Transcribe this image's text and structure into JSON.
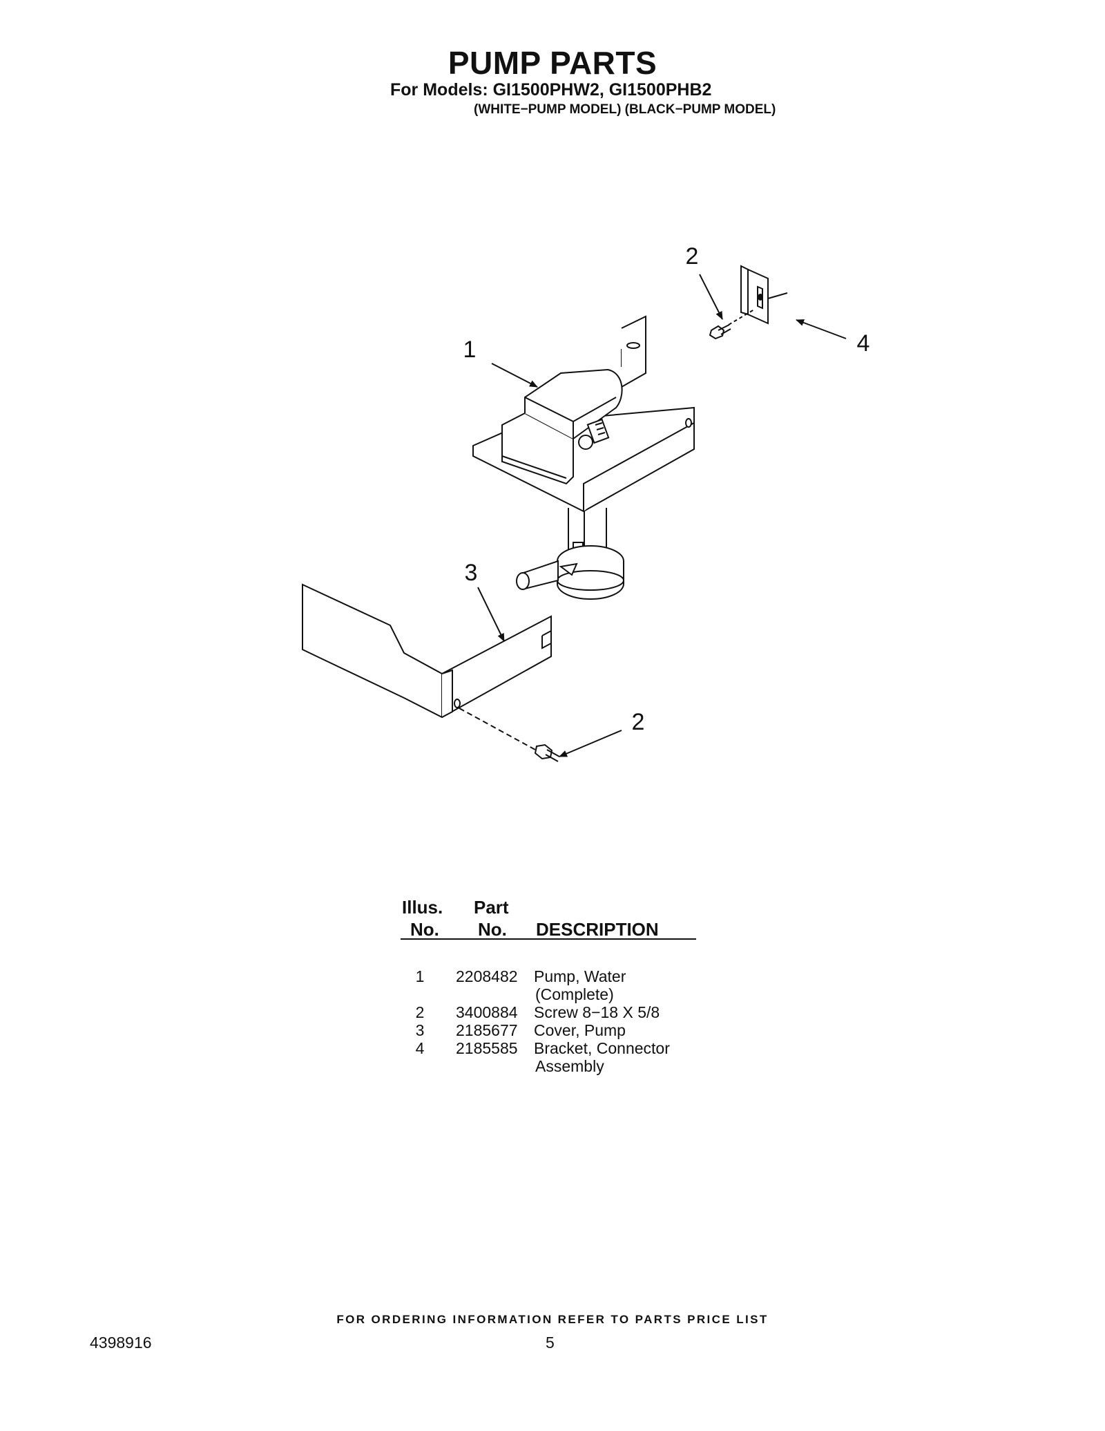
{
  "header": {
    "title": "PUMP PARTS",
    "models": "For Models: GI1500PHW2, GI1500PHB2",
    "variants": "(WHITE−PUMP MODEL) (BLACK−PUMP MODEL)"
  },
  "diagram": {
    "callouts": [
      "1",
      "2",
      "3",
      "4",
      "2"
    ]
  },
  "parts_table": {
    "header_illus_line1": "Illus.",
    "header_illus_line2": "No.",
    "header_part_line1": "Part",
    "header_part_line2": "No.",
    "header_description": "DESCRIPTION",
    "rows": [
      {
        "illus_no": "1",
        "part_no": "2208482",
        "description": "Pump, Water",
        "description_cont": "(Complete)"
      },
      {
        "illus_no": "2",
        "part_no": "3400884",
        "description": "Screw 8−18 X 5/8"
      },
      {
        "illus_no": "3",
        "part_no": "2185677",
        "description": "Cover, Pump"
      },
      {
        "illus_no": "4",
        "part_no": "2185585",
        "description": "Bracket, Connector",
        "description_cont": "Assembly"
      }
    ]
  },
  "footer": {
    "note": "FOR ORDERING INFORMATION REFER TO PARTS PRICE LIST",
    "doc_number": "4398916",
    "page_number": "5"
  }
}
